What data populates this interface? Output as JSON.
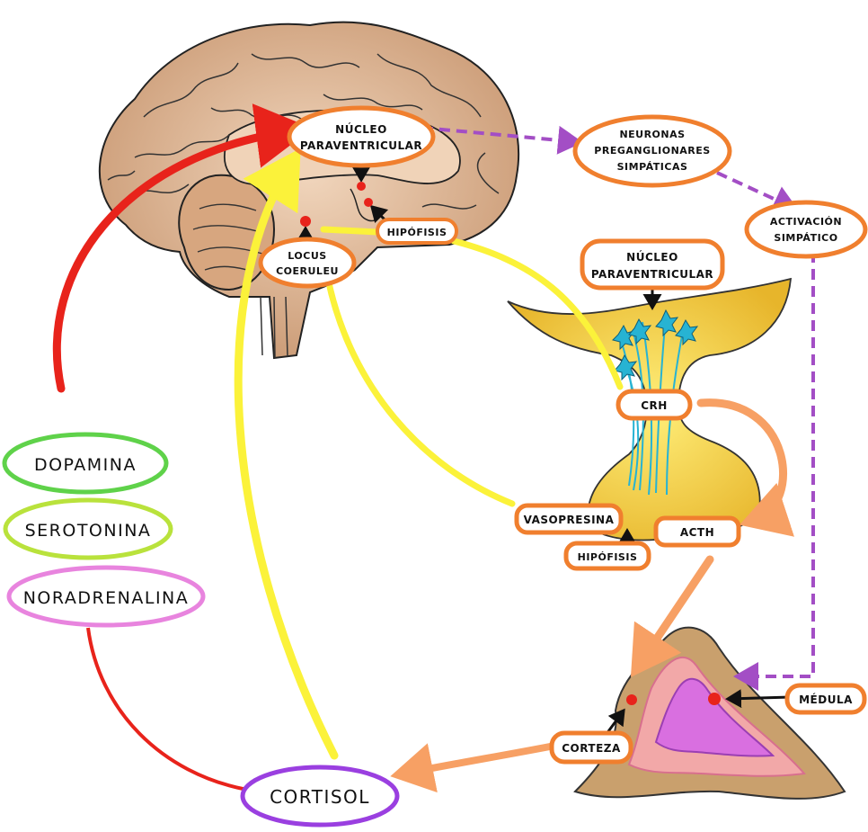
{
  "labels": {
    "nucleo_paraventricular_top": [
      "NÚCLEO",
      "PARAVENTRICULAR"
    ],
    "neuronas_preganglionares": [
      "NEURONAS",
      "PREGANGLIONARES",
      "SIMPÁTICAS"
    ],
    "activacion_simpatico": [
      "ACTIVACIÓN",
      "SIMPÁTICO"
    ],
    "hipofisis_top": "HIPÓFISIS",
    "locus_coeruleus": [
      "LOCUS",
      "COERULEU"
    ],
    "nucleo_paraventricular_right": [
      "NÚCLEO",
      "PARAVENTRICULAR"
    ],
    "crh": "CRH",
    "vasopresina": "VASOPRESINA",
    "acth": "ACTH",
    "hipofisis_bottom": "HIPÓFISIS",
    "medula": "MÉDULA",
    "corteza": "CORTEZA",
    "cortisol": "CORTISOL",
    "dopamina": "DOPAMINA",
    "serotonina": "SEROTONINA",
    "noradrenalina": "NORADRENALINA"
  },
  "colors": {
    "label_border": "#f07f2e",
    "dopamina": "#5fd24a",
    "serotonina": "#b9e23c",
    "noradrenalina": "#e884de",
    "cortisol": "#9a3fe0",
    "sympathetic_path": "#a34ec5",
    "yellow_arrows": "#fbf23a",
    "red_arrow": "#e8231b",
    "orange_arrows": "#f7a064",
    "brain": "#d9aa84",
    "gland_outer": "#c9a06d",
    "gland_inner": "#d96fe0",
    "neurons": "#27b3d3"
  }
}
